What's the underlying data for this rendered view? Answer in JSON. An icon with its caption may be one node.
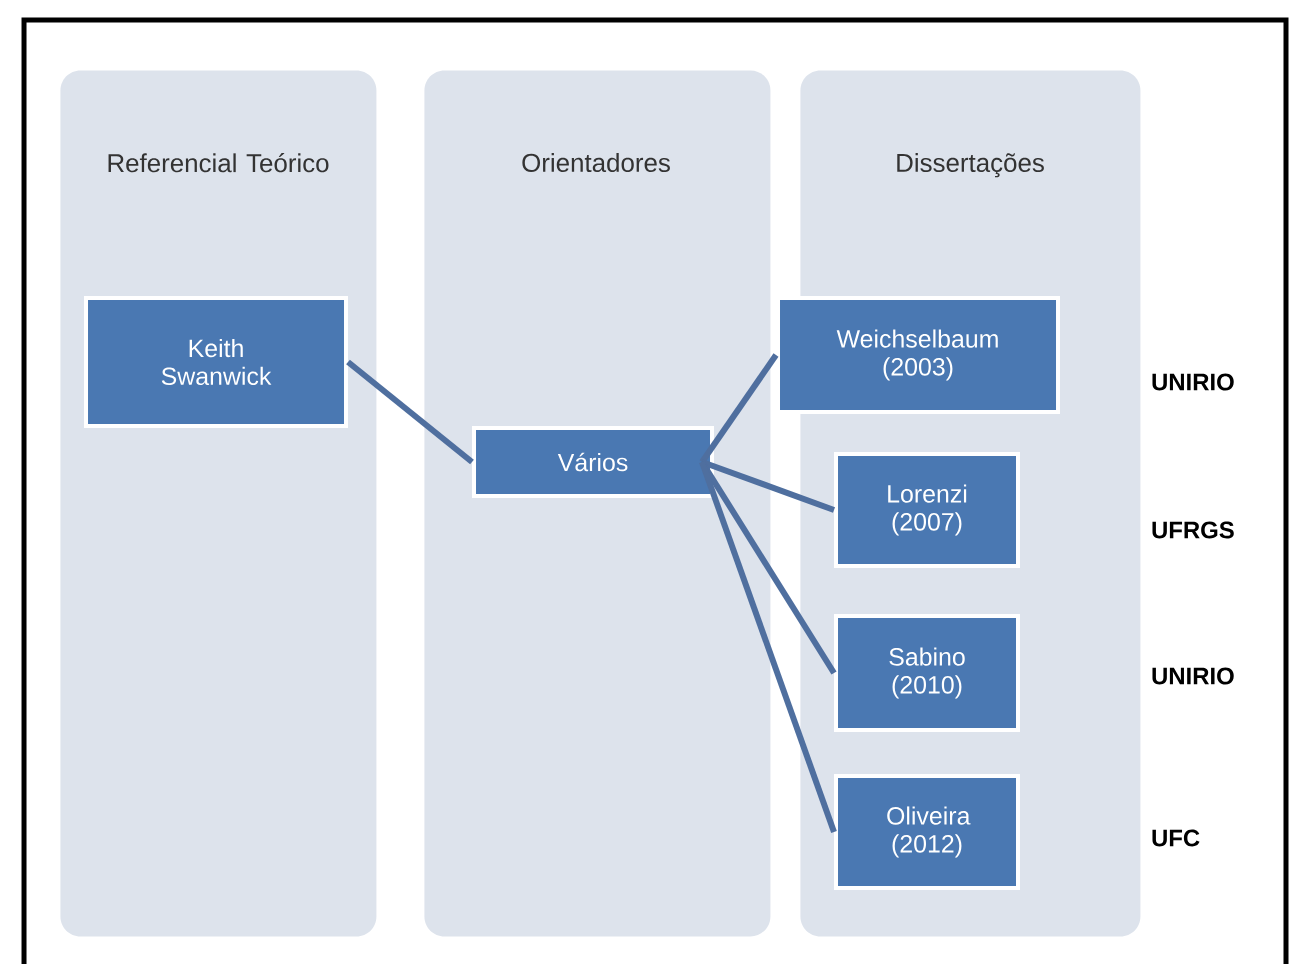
{
  "diagram": {
    "nodes": [
      {
        "text": [
          "Referencial Teórico"
        ]
      },
      {
        "text": [
          "Orientadores"
        ]
      },
      {
        "text": [
          "Dissertações"
        ]
      },
      {
        "text": [
          "Keith Swanwick"
        ],
        "in": 0
      },
      {
        "text": [
          "Vários"
        ],
        "in": 1
      },
      {
        "text": [
          "Weichselbaum (2003)"
        ]
      },
      {
        "text": [
          "Lorenzi (2007)"
        ],
        "in": 2
      },
      {
        "text": [
          "Sabino (2010)"
        ],
        "in": 2
      },
      {
        "text": [
          "Oliveira (2012)"
        ],
        "in": 2
      }
    ],
    "labels": [
      "UNIRIO",
      "UFRGS",
      "UNIRIO",
      "UFC"
    ],
    "edges": [
      {
        "from": 3,
        "to": 4,
        "arrow": "none"
      },
      {
        "from": 4,
        "to": 5,
        "arrow": "none"
      },
      {
        "from": 4,
        "to": 6,
        "arrow": "none"
      },
      {
        "from": 4,
        "to": 7,
        "arrow": "none"
      },
      {
        "from": 4,
        "to": 8,
        "arrow": "none"
      }
    ]
  }
}
